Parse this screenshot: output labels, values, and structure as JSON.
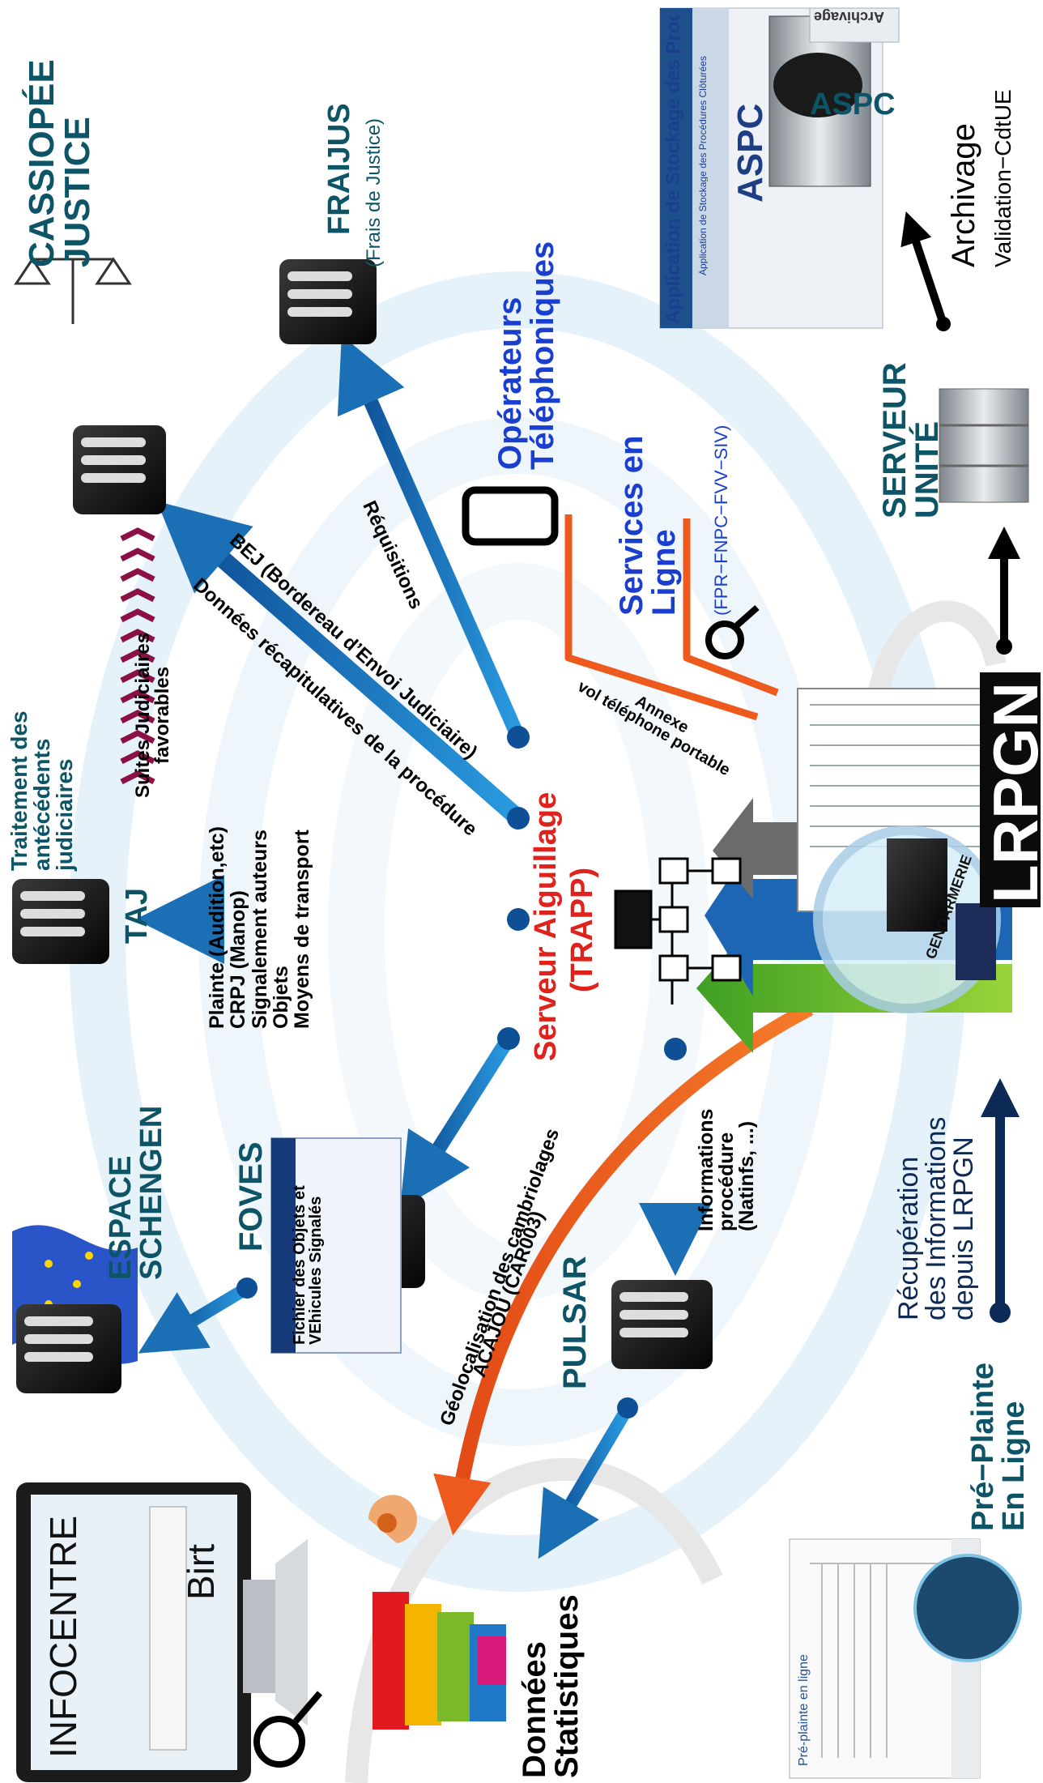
{
  "colors": {
    "teal": "#0d5566",
    "red": "#e0221c",
    "blue_title": "#1a3fcf",
    "arrow_blue": "#1b6fb5",
    "arrow_orange": "#ee5a1d",
    "taj_chevron": "#8b1046",
    "swirl": "#d9ecf6"
  },
  "nodes": {
    "cassiopee": "CASSIOPÉE\nJUSTICE",
    "fraijus_title": "FRAIJUS",
    "fraijus_sub": "(Frais de Justice)",
    "aspc_label": "ASPC",
    "aspc_app_title": "Application de Stockage des Procédures Clôturées",
    "aspc_app_sub": "Application de Stockage des Procédures Clôturées",
    "aspc_logo": "ASPC",
    "aspc_tab": "Archivage",
    "archivage": "Archivage",
    "validation": "Validation−CdtUE",
    "operateurs": "Opérateurs\nTéléphoniques",
    "services_en_ligne": "Services en\nLigne",
    "services_sub": "(FPR−FNPC−FVV−SIV)",
    "serveur_unite": "SERVEUR\nUNITÉ",
    "lrpgn": "LRPGN",
    "gendarmerie": "GENDARMERIE",
    "traitement": "Traitement des\nantécédents\njudiciaires",
    "suites": "Suites Judiciaires\nfavorables",
    "taj": "TAJ",
    "plainte_list": "Plainte (Audition,etc)\nCRPJ (Manop)\nSignalement auteurs\nObjets\nMoyens de transport",
    "bej": "BEJ (Bordereau d’Envoi Judiciaire)",
    "donnees_recap": "Données récapitulatives de la procédure",
    "requisitions": "Réquisitions",
    "annexe": "Annexe\nvol téléphone portable",
    "serveur_aiguillage": "Serveur Aiguillage",
    "trapp": "(TRAPP)",
    "espace_schengen": "ESPACE\nSCHENGEN",
    "foves": "FOVES",
    "foves_desc": "Fichier des Objets et\nVEhicules Signalés",
    "informations": "Informations\nprocédure\n(Natinfs, ...)",
    "recuperation": "Récupération\ndes Informations\ndepuis LRPGN",
    "pulsar": "PULSAR",
    "geoloc": "Géolocalisation des cambriolages",
    "acajou": "ACAJOU (CAR003)",
    "infocentre": "INFOCENTRE",
    "birt": "Birt",
    "donnees_stat": "Données\nStatistiques",
    "pre_plainte": "Pré−Plainte\nEn Ligne",
    "pre_plainte_site": "Pré-plainte en ligne"
  }
}
